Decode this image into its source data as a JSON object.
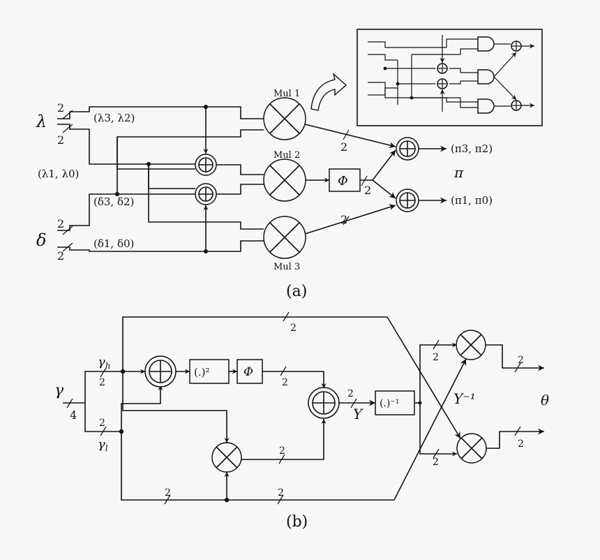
{
  "colors": {
    "background": "#f7f7f7",
    "ink": "#111111"
  },
  "panel_a": {
    "caption": "(a)",
    "inputs": {
      "lambda_symbol": "λ",
      "delta_symbol": "δ",
      "bus_width": "2",
      "lambda_hi": "(λ3, λ2)",
      "lambda_lo": "(λ1, λ0)",
      "delta_hi": "(δ3, δ2)",
      "delta_lo": "(δ1, δ0)"
    },
    "multipliers": {
      "mul1": "Mul 1",
      "mul2": "Mul 2",
      "mul3": "Mul 3"
    },
    "phi_box": "Φ",
    "bus_labels": {
      "mul1_out": "2",
      "phi_out": "2",
      "mul3_out": "2"
    },
    "outputs": {
      "pi_hi": "(π3, π2)",
      "pi_lo": "(π1, π0)",
      "pi_symbol": "π"
    },
    "inset": {
      "description_icons": [
        "and-gate-icon",
        "xor-icon",
        "curved-arrow-icon"
      ]
    }
  },
  "panel_b": {
    "caption": "(b)",
    "gamma_symbol": "γ",
    "gamma_width": "4",
    "gamma_h": "γh",
    "gamma_l": "γl",
    "square_box": "(.)²",
    "phi_box": "Φ",
    "inverse_box": "(.)⁻¹",
    "upsilon": "Υ",
    "upsilon_inv": "Υ⁻¹",
    "theta_symbol": "θ",
    "bus_width": "2"
  }
}
